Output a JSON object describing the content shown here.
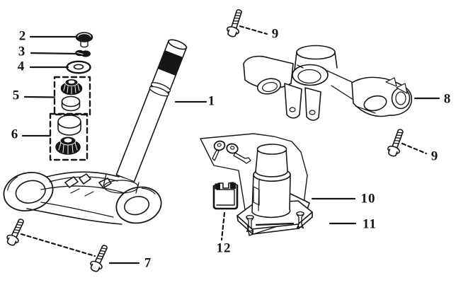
{
  "theme": {
    "bg": "#ffffff",
    "ink": "#161616"
  },
  "diagram_type": "exploded-parts-diagram",
  "callouts": {
    "n1": {
      "label": "1"
    },
    "n2": {
      "label": "2"
    },
    "n3": {
      "label": "3"
    },
    "n4": {
      "label": "4"
    },
    "n5": {
      "label": "5"
    },
    "n6": {
      "label": "6"
    },
    "n7": {
      "label": "7"
    },
    "n8": {
      "label": "8"
    },
    "n9a": {
      "label": "9"
    },
    "n9b": {
      "label": "9"
    },
    "n10": {
      "label": "10"
    },
    "n11": {
      "label": "11"
    },
    "n12": {
      "label": "12"
    }
  }
}
